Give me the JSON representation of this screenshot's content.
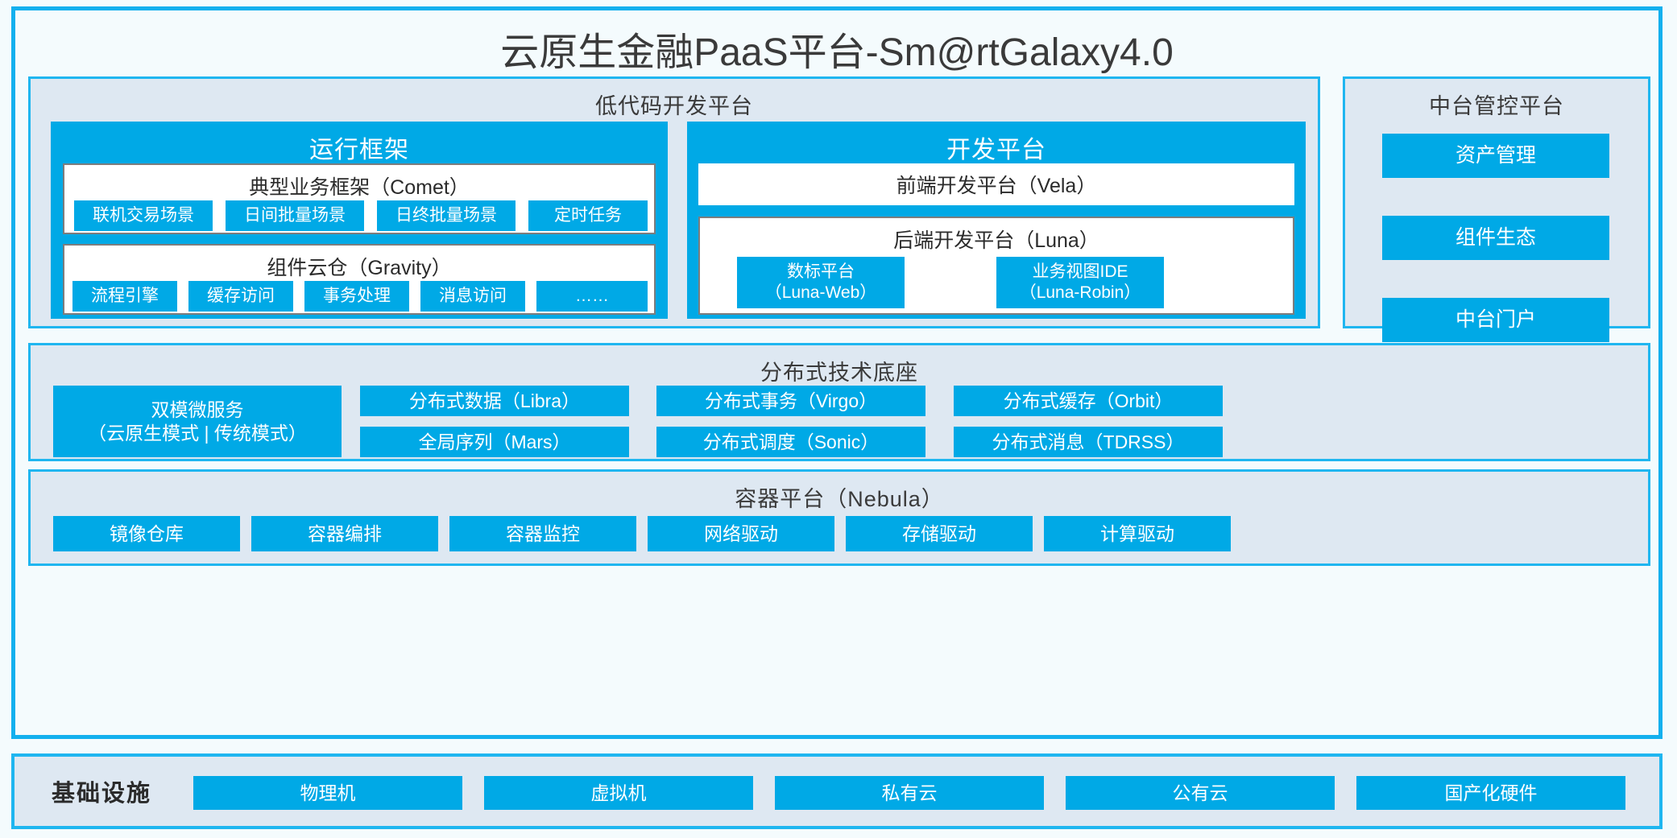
{
  "title": "云原生金融PaaS平台-Sm@rtGalaxy4.0",
  "colors": {
    "accent_blue": "#00a9e6",
    "border_cyan": "#1fb6f0",
    "panel_bg": "#dee8f2",
    "page_bg": "#f4fbfd",
    "card_border_grey": "#7d7d7d"
  },
  "lowcode": {
    "title": "低代码开发平台",
    "runtime": {
      "title": "运行框架",
      "comet": {
        "title": "典型业务框架（Comet）",
        "tiles": [
          "联机交易场景",
          "日间批量场景",
          "日终批量场景",
          "定时任务"
        ]
      },
      "gravity": {
        "title": "组件云仓（Gravity）",
        "tiles": [
          "流程引擎",
          "缓存访问",
          "事务处理",
          "消息访问",
          "……"
        ]
      }
    },
    "devplatform": {
      "title": "开发平台",
      "frontend": "前端开发平台（Vela）",
      "backend": {
        "title": "后端开发平台（Luna）",
        "tiles": [
          {
            "name": "数标平台",
            "code": "（Luna-Web）"
          },
          {
            "name": "业务视图IDE",
            "code": "（Luna-Robin）"
          }
        ]
      }
    }
  },
  "midplatform": {
    "title": "中台管控平台",
    "tiles": [
      "资产管理",
      "组件生态",
      "中台门户"
    ]
  },
  "distributed": {
    "title": "分布式技术底座",
    "dualmode": {
      "line1": "双模微服务",
      "line2": "（云原生模式 | 传统模式）"
    },
    "tiles": [
      "分布式数据（Libra）",
      "全局序列（Mars）",
      "分布式事务（Virgo）",
      "分布式调度（Sonic）",
      "分布式缓存（Orbit）",
      "分布式消息（TDRSS）"
    ]
  },
  "container": {
    "title": "容器平台（Nebula）",
    "tiles": [
      "镜像仓库",
      "容器编排",
      "容器监控",
      "网络驱动",
      "存储驱动",
      "计算驱动"
    ]
  },
  "infrastructure": {
    "label": "基础设施",
    "tiles": [
      "物理机",
      "虚拟机",
      "私有云",
      "公有云",
      "国产化硬件"
    ]
  }
}
